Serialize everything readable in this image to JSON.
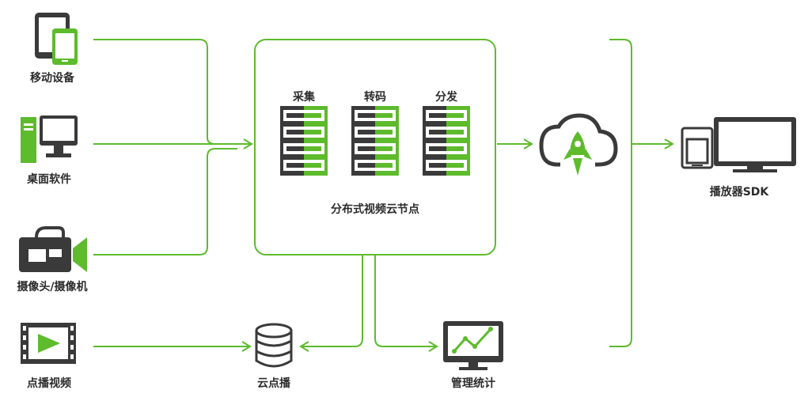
{
  "sources": {
    "mobile": "移动设备",
    "desktop": "桌面软件",
    "camera": "摄像头/摄像机",
    "vod": "点播视频"
  },
  "node": {
    "title": "分布式视频云节点",
    "collect": "采集",
    "transcode": "转码",
    "distribute": "分发"
  },
  "cloud_storage": "云点播",
  "stats": "管理统计",
  "player": "播放器SDK",
  "colors": {
    "green": "#5dbb2c",
    "dark": "#3a3a3a"
  },
  "icons": [
    "phone-tablet-icon",
    "desktop-computer-icon",
    "video-camera-icon",
    "film-play-icon",
    "server-rack-icon",
    "rocket-cloud-icon",
    "database-icon",
    "chart-monitor-icon",
    "monitor-tablet-icon"
  ]
}
